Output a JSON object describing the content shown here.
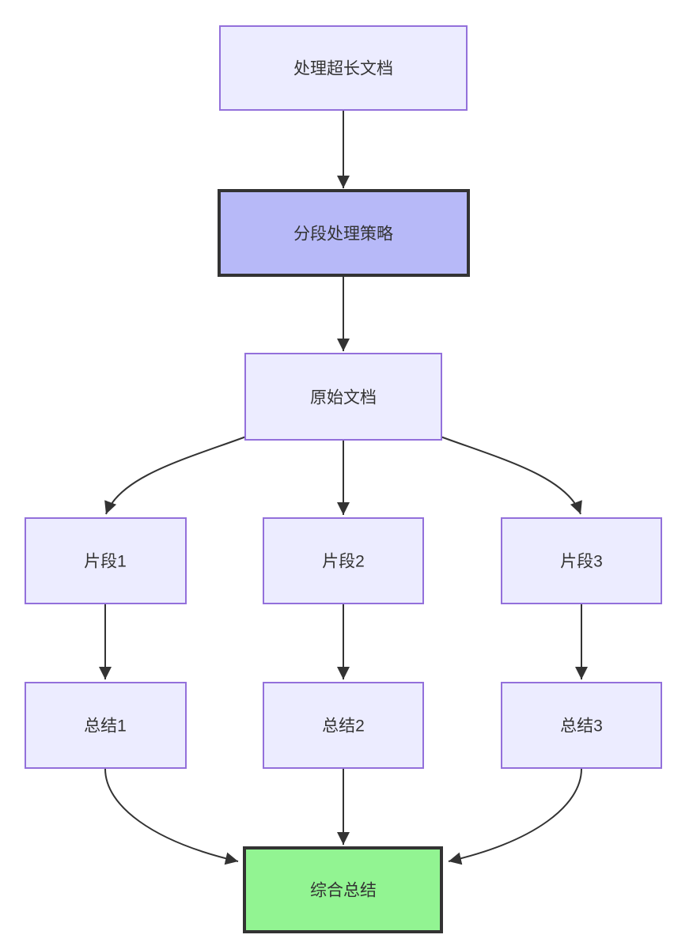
{
  "diagram": {
    "type": "flowchart",
    "direction": "top-down",
    "nodes": {
      "process_long_doc": {
        "label": "处理超长文档",
        "style": "default"
      },
      "strategy": {
        "label": "分段处理策略",
        "style": "highlight"
      },
      "original_doc": {
        "label": "原始文档",
        "style": "default"
      },
      "segment1": {
        "label": "片段1",
        "style": "default"
      },
      "segment2": {
        "label": "片段2",
        "style": "default"
      },
      "segment3": {
        "label": "片段3",
        "style": "default"
      },
      "summary1": {
        "label": "总结1",
        "style": "default"
      },
      "summary2": {
        "label": "总结2",
        "style": "default"
      },
      "summary3": {
        "label": "总结3",
        "style": "default"
      },
      "final_summary": {
        "label": "综合总结",
        "style": "final"
      }
    },
    "edges": [
      {
        "from": "process_long_doc",
        "to": "strategy"
      },
      {
        "from": "strategy",
        "to": "original_doc"
      },
      {
        "from": "original_doc",
        "to": "segment1"
      },
      {
        "from": "original_doc",
        "to": "segment2"
      },
      {
        "from": "original_doc",
        "to": "segment3"
      },
      {
        "from": "segment1",
        "to": "summary1"
      },
      {
        "from": "segment2",
        "to": "summary2"
      },
      {
        "from": "segment3",
        "to": "summary3"
      },
      {
        "from": "summary1",
        "to": "final_summary"
      },
      {
        "from": "summary2",
        "to": "final_summary"
      },
      {
        "from": "summary3",
        "to": "final_summary"
      }
    ],
    "colors": {
      "node_fill": "#ECECFF",
      "node_border": "#9370DB",
      "highlight_fill": "#B7B9F8",
      "highlight_border": "#333333",
      "final_fill": "#92F492",
      "final_border": "#333333",
      "edge_color": "#333333",
      "text_color": "#333333",
      "background": "#FFFFFF"
    }
  }
}
